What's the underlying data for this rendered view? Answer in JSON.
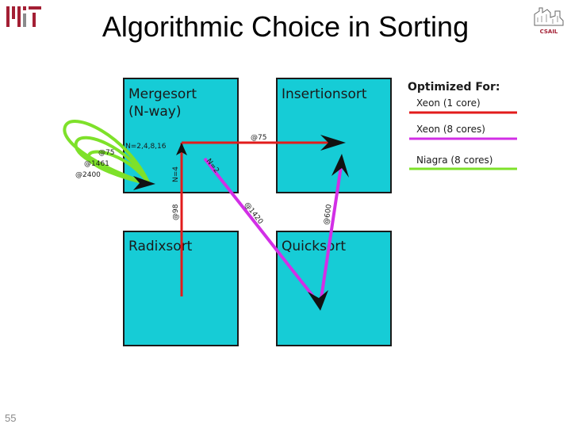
{
  "slide": {
    "title": "Algorithmic Choice in Sorting",
    "page_number": "55"
  },
  "logos": {
    "left": "mit-logo",
    "right": "csail-logo",
    "csail_text": "CSAIL"
  },
  "colors": {
    "box_fill": "#16ccd6",
    "box_stroke": "#1a1a1a",
    "xeon_1_core": "#e21b1b",
    "xeon_8_cores": "#d22fe6",
    "niagra_8_cores": "#7ee12a",
    "mit_red": "#a31f34",
    "mit_gray": "#8a8b8c"
  },
  "diagram": {
    "boxes": {
      "mergesort_line1": "Mergesort",
      "mergesort_line2": "(N-way)",
      "insertionsort": "Insertionsort",
      "radixsort": "Radixsort",
      "quicksort": "Quicksort"
    },
    "labels": {
      "n_way": "N=2,4,8,16",
      "red_top": "@75",
      "red_vertical": "@98",
      "red_n": "N=4",
      "purple_n": "N=2",
      "purple_diag": "@1420",
      "purple_up": "@600",
      "green_1": "@75",
      "green_2": "@1461",
      "green_3": "@2400"
    }
  },
  "legend": {
    "title": "Optimized For:",
    "items": [
      {
        "label": "Xeon (1 core)",
        "color": "#e21b1b"
      },
      {
        "label": "Xeon (8 cores)",
        "color": "#d22fe6"
      },
      {
        "label": "Niagra (8 cores)",
        "color": "#7ee12a"
      }
    ]
  }
}
